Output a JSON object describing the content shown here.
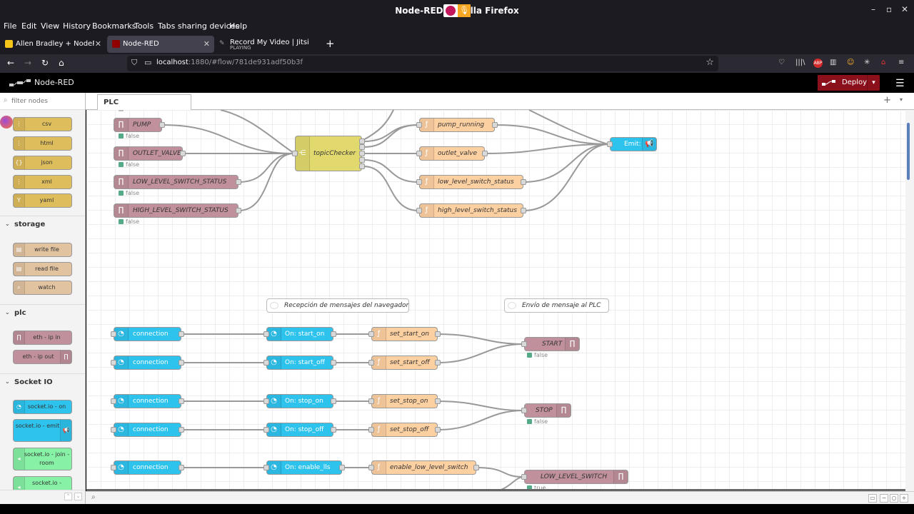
{
  "window": {
    "title": "Node-RED — Mozilla Firefox",
    "title_left": "Node-RED",
    "title_right": "lla Firefox",
    "controls": [
      "–",
      "▫",
      "✕"
    ]
  },
  "menu": [
    "File",
    "Edit",
    "View",
    "History",
    "Bookmarks",
    "Tools",
    "Tabs sharing devices",
    "Help"
  ],
  "tabs": [
    {
      "label": "Allen Bradley + NodeRED",
      "color": "#f5c518"
    },
    {
      "label": "Node-RED",
      "color": "#8f0000"
    },
    {
      "label": "Record My Video | Jitsi M",
      "sub": "PLAYING",
      "color": "#555"
    }
  ],
  "url": {
    "host": "localhost",
    "rest": ":1880/#flow/781de931adf50b3f"
  },
  "nodered": {
    "title": "Node-RED",
    "deploy": "Deploy",
    "filter_placeholder": "filter nodes",
    "flow_tab": "PLC"
  },
  "palette": {
    "parsers": [
      "csv",
      "html",
      "json",
      "xml",
      "yaml"
    ],
    "categories": [
      "storage",
      "plc",
      "Socket IO"
    ],
    "storage": [
      "write file",
      "read file",
      "watch"
    ],
    "plc": [
      "eth - ip in",
      "eth - ip out"
    ],
    "socketio": [
      "socket.io - on",
      "socket.io - emit",
      "socket.io - join - room",
      "socket.io -"
    ]
  },
  "flow": {
    "eth_inputs": [
      "PUMP",
      "OUTLET_VALVE",
      "LOW_LEVEL_SWITCH_STATUS",
      "HIGH_LEVEL_SWITCH_STATUS"
    ],
    "status_false": "false",
    "status_true": "true",
    "topic_checker": "topicChecker",
    "functions_top": [
      "pump_running",
      "outlet_valve",
      "low_level_switch_status",
      "high_level_switch_status"
    ],
    "emit": "Emit:",
    "comment_left": "Recepción de mensajes del navegador",
    "comment_right": "Envío de mensaje al PLC",
    "connection": "connection",
    "on_nodes": [
      "On: start_on",
      "On: start_off",
      "On: stop_on",
      "On: stop_off",
      "On: enable_lls"
    ],
    "set_nodes": [
      "set_start_on",
      "set_start_off",
      "set_stop_on",
      "set_stop_off",
      "enable_low_level_switch"
    ],
    "outputs": [
      "START",
      "STOP",
      "LOW_LEVEL_SWITCH"
    ]
  },
  "colors": {
    "eth": "#c0919c",
    "function": "#fdd0a2",
    "switch": "#e2d96e",
    "socket": "#2ec3ed",
    "parser": "#debd5c",
    "storage": "#e2c3a0",
    "socket_room": "#87f2a6",
    "deploy": "#8c101c"
  }
}
